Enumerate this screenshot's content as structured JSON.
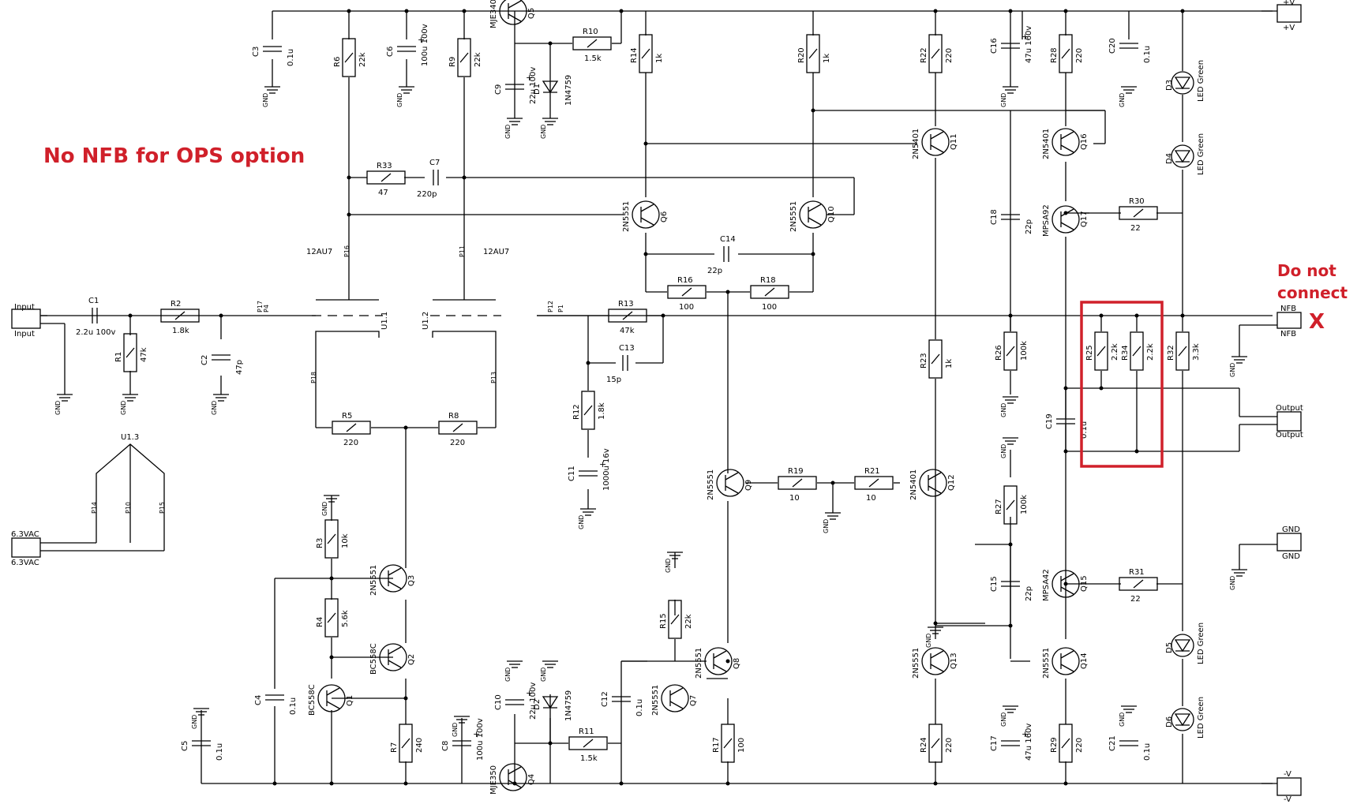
{
  "annotations": {
    "no_nfb": "No NFB for OPS option",
    "do_not": "Do not",
    "connect": "connect",
    "x_mark": "X"
  },
  "connectors": {
    "input": [
      "Input",
      "Input"
    ],
    "vac": [
      "6.3VAC",
      "6.3VAC"
    ],
    "vplus": [
      "+V",
      "+V"
    ],
    "nfb": [
      "NFB",
      "NFB"
    ],
    "output": [
      "Output",
      "Output"
    ],
    "gnd": [
      "GND",
      "GND"
    ],
    "vminus": [
      "-V",
      "-V"
    ]
  },
  "tubes": {
    "u1_1": "U1.1",
    "u1_2": "U1.2",
    "u1_3": "U1.3",
    "type_left": "12AU7",
    "type_right": "12AU7"
  },
  "gnd_label": "GND",
  "resistors": [
    {
      "ref": "R1",
      "val": "47k"
    },
    {
      "ref": "R2",
      "val": "1.8k"
    },
    {
      "ref": "R3",
      "val": "10k"
    },
    {
      "ref": "R4",
      "val": "5.6k"
    },
    {
      "ref": "R5",
      "val": "220"
    },
    {
      "ref": "R6",
      "val": "22k"
    },
    {
      "ref": "R7",
      "val": "240"
    },
    {
      "ref": "R8",
      "val": "220"
    },
    {
      "ref": "R9",
      "val": "22k"
    },
    {
      "ref": "R10",
      "val": "1.5k"
    },
    {
      "ref": "R11",
      "val": "1.5k"
    },
    {
      "ref": "R12",
      "val": "1.8k"
    },
    {
      "ref": "R13",
      "val": "47k"
    },
    {
      "ref": "R14",
      "val": "1k"
    },
    {
      "ref": "R15",
      "val": "22k"
    },
    {
      "ref": "R16",
      "val": "100"
    },
    {
      "ref": "R17",
      "val": "100"
    },
    {
      "ref": "R18",
      "val": "100"
    },
    {
      "ref": "R19",
      "val": "10"
    },
    {
      "ref": "R20",
      "val": "1k"
    },
    {
      "ref": "R21",
      "val": "10"
    },
    {
      "ref": "R22",
      "val": "220"
    },
    {
      "ref": "R23",
      "val": "1k"
    },
    {
      "ref": "R24",
      "val": "220"
    },
    {
      "ref": "R25",
      "val": "2.2k"
    },
    {
      "ref": "R26",
      "val": "100k"
    },
    {
      "ref": "R27",
      "val": "100k"
    },
    {
      "ref": "R28",
      "val": "220"
    },
    {
      "ref": "R29",
      "val": "220"
    },
    {
      "ref": "R30",
      "val": "22"
    },
    {
      "ref": "R31",
      "val": "22"
    },
    {
      "ref": "R32",
      "val": "3.3k"
    },
    {
      "ref": "R33",
      "val": "47"
    },
    {
      "ref": "R34",
      "val": "2.2k"
    }
  ],
  "capacitors": [
    {
      "ref": "C1",
      "val": "2.2u 100v"
    },
    {
      "ref": "C2",
      "val": "47p"
    },
    {
      "ref": "C3",
      "val": "0.1u"
    },
    {
      "ref": "C4",
      "val": "0.1u"
    },
    {
      "ref": "C5",
      "val": "0.1u"
    },
    {
      "ref": "C6",
      "val": "100u 100v"
    },
    {
      "ref": "C7",
      "val": "220p"
    },
    {
      "ref": "C8",
      "val": "100u 100v"
    },
    {
      "ref": "C9",
      "val": "22u 100v"
    },
    {
      "ref": "C10",
      "val": "22u 100v"
    },
    {
      "ref": "C11",
      "val": "1000u 16v"
    },
    {
      "ref": "C12",
      "val": "0.1u"
    },
    {
      "ref": "C13",
      "val": "15p"
    },
    {
      "ref": "C14",
      "val": "22p"
    },
    {
      "ref": "C15",
      "val": "22p"
    },
    {
      "ref": "C16",
      "val": "47u 160v"
    },
    {
      "ref": "C17",
      "val": "47u 160v"
    },
    {
      "ref": "C18",
      "val": "22p"
    },
    {
      "ref": "C19",
      "val": "0.1u"
    },
    {
      "ref": "C20",
      "val": "0.1u"
    },
    {
      "ref": "C21",
      "val": "0.1u"
    }
  ],
  "transistors": [
    {
      "ref": "Q1",
      "part": "BC558C"
    },
    {
      "ref": "Q2",
      "part": "BC558C"
    },
    {
      "ref": "Q3",
      "part": "2N5551"
    },
    {
      "ref": "Q4",
      "part": "MJE350"
    },
    {
      "ref": "Q5",
      "part": "MJE340"
    },
    {
      "ref": "Q6",
      "part": "2N5551"
    },
    {
      "ref": "Q7",
      "part": "2N5551"
    },
    {
      "ref": "Q8",
      "part": "2N5551"
    },
    {
      "ref": "Q9",
      "part": "2N5551"
    },
    {
      "ref": "Q10",
      "part": "2N5551"
    },
    {
      "ref": "Q11",
      "part": "2N5401"
    },
    {
      "ref": "Q12",
      "part": "2N5401"
    },
    {
      "ref": "Q13",
      "part": "2N5551"
    },
    {
      "ref": "Q14",
      "part": "2N5551"
    },
    {
      "ref": "Q15",
      "part": "MPSA42"
    },
    {
      "ref": "Q16",
      "part": "2N5401"
    },
    {
      "ref": "Q17",
      "part": "MPSA92"
    }
  ],
  "diodes": [
    {
      "ref": "D1",
      "part": "1N4759"
    },
    {
      "ref": "D2",
      "part": "1N4759"
    },
    {
      "ref": "D3",
      "part": "LED Green"
    },
    {
      "ref": "D4",
      "part": "LED Green"
    },
    {
      "ref": "D5",
      "part": "LED Green"
    },
    {
      "ref": "D6",
      "part": "LED Green"
    }
  ],
  "pins": [
    "P17",
    "P4",
    "P16",
    "P11",
    "P12",
    "P1",
    "P18",
    "P13",
    "P14",
    "P10",
    "P15"
  ],
  "colors": {
    "wire": "#000000",
    "highlight": "#d0202a"
  }
}
